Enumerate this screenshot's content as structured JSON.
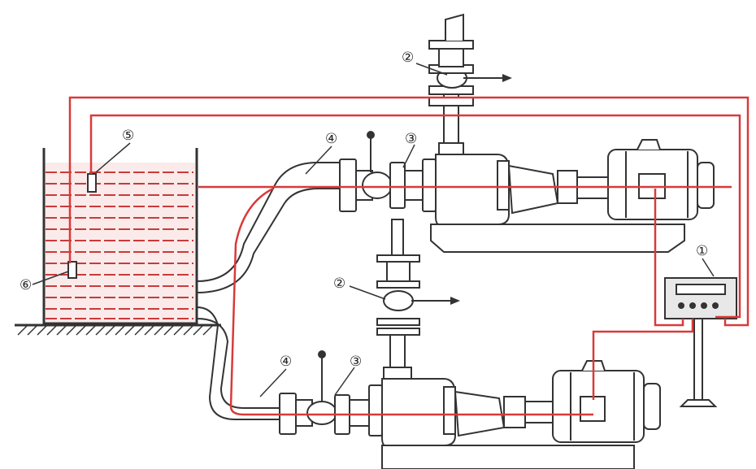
{
  "colors": {
    "line": "#333333",
    "wire": "#d83a3a",
    "water": "#c93a3a",
    "panel": "#e8e8e8"
  },
  "callouts": [
    {
      "id": "c1",
      "label": "①",
      "refers_to": "control-cabinet"
    },
    {
      "id": "c2a",
      "label": "②",
      "refers_to": "outlet-valve-top"
    },
    {
      "id": "c2b",
      "label": "②",
      "refers_to": "outlet-valve-bottom"
    },
    {
      "id": "c3a",
      "label": "③",
      "refers_to": "inlet-valve-top"
    },
    {
      "id": "c3b",
      "label": "③",
      "refers_to": "inlet-valve-bottom"
    },
    {
      "id": "c4a",
      "label": "④",
      "refers_to": "suction-pipe-top"
    },
    {
      "id": "c4b",
      "label": "④",
      "refers_to": "suction-pipe-bottom"
    },
    {
      "id": "c5",
      "label": "⑤",
      "refers_to": "level-sensor-upper"
    },
    {
      "id": "c6",
      "label": "⑥",
      "refers_to": "level-sensor-lower"
    }
  ]
}
